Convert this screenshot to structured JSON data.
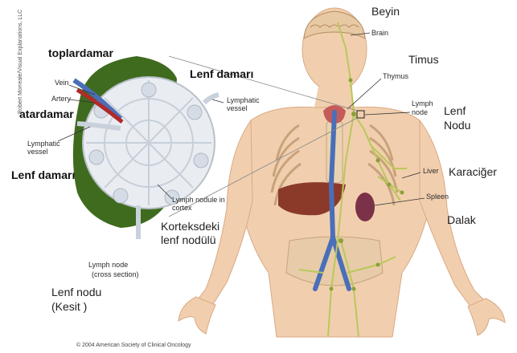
{
  "colors": {
    "skin": "#f1cfae",
    "skin_shadow": "#d9a985",
    "node_green": "#3f6b1e",
    "lymph_yellow": "#b9c85a",
    "vein_blue": "#4a6fb8",
    "artery_red": "#b02a2a",
    "liver": "#8b3a2a",
    "spleen": "#7b3148"
  },
  "icons": [
    "lymph-node-cross-section-illustration",
    "human-body-lymphatic-illustration"
  ],
  "credits": {
    "side": "Robert Morreale/Visual Explanations, LLC",
    "bottom": "© 2004 American Society of Clinical Oncology"
  },
  "node_labels_en": {
    "vein": "Vein",
    "artery": "Artery",
    "lymphatic_vessel_left": "Lymphatic vessel",
    "lymphatic_vessel_right": "Lymphatic vessel",
    "lymph_nodule": "Lymph nodule in cortex",
    "cross_section_line1": "Lymph node",
    "cross_section_line2": "(cross section)"
  },
  "node_labels_tr": {
    "toplardamar": "toplardamar",
    "atardamar": "atardamar",
    "lenf_damari_left": "Lenf damarı",
    "lenf_damari_right": "Lenf damarı",
    "korteks_line1": "Korteksdeki",
    "korteks_line2": "lenf nodülü",
    "kesit_line1": "Lenf nodu",
    "kesit_line2": "(Kesit )"
  },
  "body_labels_en": {
    "brain": "Brain",
    "thymus": "Thymus",
    "lymph_node_line1": "Lymph",
    "lymph_node_line2": "node",
    "liver": "Liver",
    "spleen": "Spleen"
  },
  "body_labels_tr": {
    "beyin": "Beyin",
    "timus": "Timus",
    "lenf_nodu_line1": "Lenf",
    "lenf_nodu_line2": "Nodu",
    "karaciger": "Karaciğer",
    "dalak": "Dalak"
  }
}
